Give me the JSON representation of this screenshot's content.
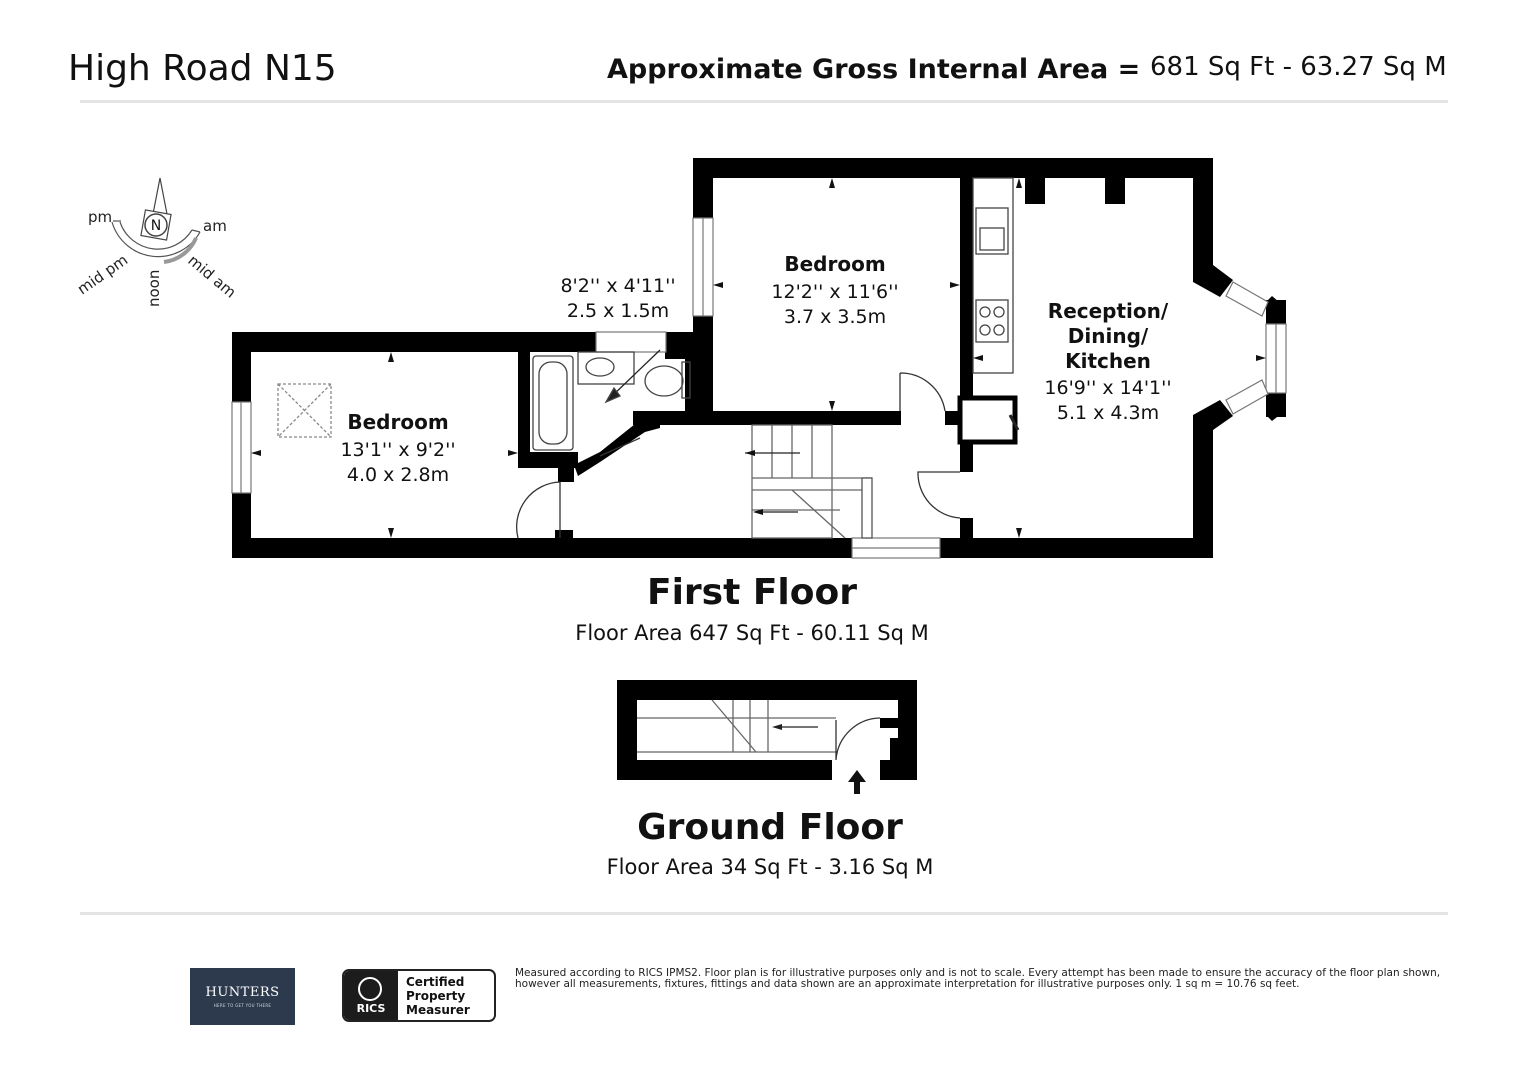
{
  "header": {
    "title": "High Road N15",
    "gross_area_label": "Approximate Gross Internal Area =",
    "gross_area_value": "681 Sq Ft - 63.27 Sq M"
  },
  "compass": {
    "north": "N",
    "labels": {
      "pm": "pm",
      "am": "am",
      "mid_pm": "mid pm",
      "noon": "noon",
      "mid_am": "mid am"
    }
  },
  "first_floor": {
    "title": "First Floor",
    "area": "Floor Area 647 Sq Ft - 60.11 Sq M",
    "rooms": [
      {
        "name": "Bedroom",
        "imperial": "13'1'' x 9'2''",
        "metric": "4.0 x 2.8m"
      },
      {
        "name": "",
        "imperial": "8'2'' x 4'11''",
        "metric": "2.5 x 1.5m"
      },
      {
        "name": "Bedroom",
        "imperial": "12'2'' x 11'6''",
        "metric": "3.7 x 3.5m"
      },
      {
        "name_lines": [
          "Reception/",
          "Dining/",
          "Kitchen"
        ],
        "imperial": "16'9'' x 14'1''",
        "metric": "5.1 x 4.3m"
      }
    ]
  },
  "ground_floor": {
    "title": "Ground Floor",
    "area": "Floor Area 34 Sq Ft - 3.16 Sq M"
  },
  "footer": {
    "agent_logo": {
      "brand": "HUNTERS",
      "tagline": "HERE TO GET YOU THERE"
    },
    "rics_badge": {
      "mark": "RICS",
      "lines": [
        "Certified",
        "Property",
        "Measurer"
      ]
    },
    "disclaimer": "Measured according to RICS IPMS2. Floor plan is for illustrative purposes only and is not to scale. Every attempt has been made to ensure the accuracy of the floor plan shown, however all measurements, fixtures, fittings and data shown are an approximate interpretation for illustrative purposes only. 1 sq m = 10.76 sq feet."
  }
}
